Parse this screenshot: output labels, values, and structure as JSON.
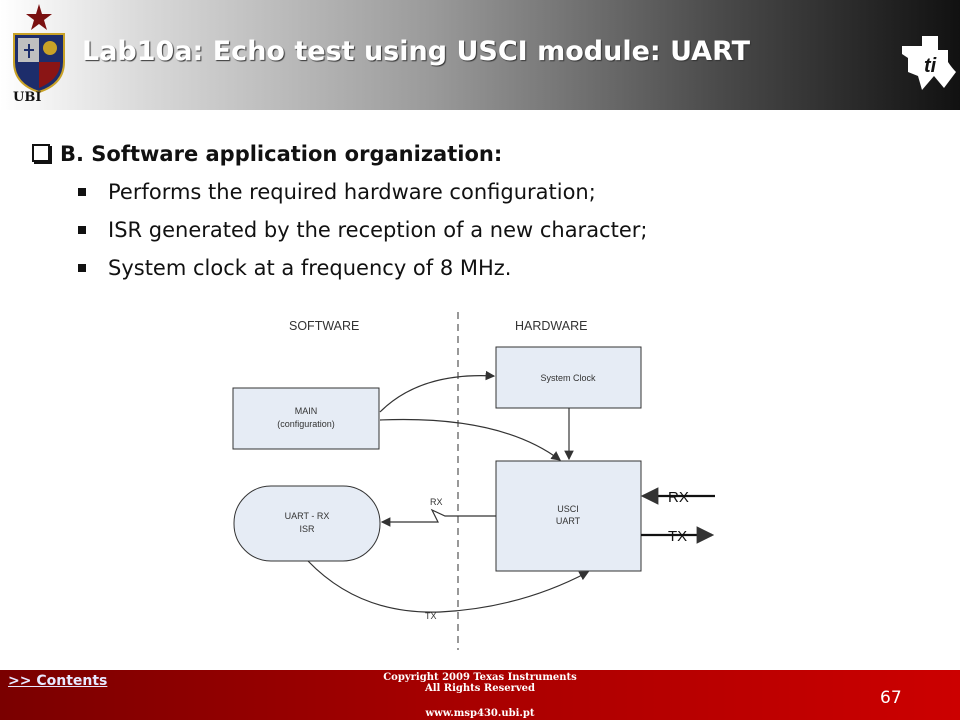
{
  "header": {
    "title": "Lab10a: Echo test using USCI module: UART",
    "ubi_label": "UBI"
  },
  "content": {
    "heading": "B. Software application organization:",
    "bullets": [
      "Performs the required hardware configuration;",
      "ISR generated by the reception of a new character;",
      "System clock at a frequency of 8 MHz."
    ]
  },
  "diagram": {
    "software_label": "SOFTWARE",
    "hardware_label": "HARDWARE",
    "system_clock": "System Clock",
    "main_line1": "MAIN",
    "main_line2": "(configuration)",
    "usci_line1": "USCI",
    "usci_line2": "UART",
    "isr_line1": "UART - RX",
    "isr_line2": "ISR",
    "rx_small": "RX",
    "tx_small": "TX",
    "rx_pin": "RX",
    "tx_pin": "TX"
  },
  "footer": {
    "contents_link": ">> Contents",
    "copyright_line1": "Copyright  2009 Texas Instruments",
    "copyright_line2": "All Rights Reserved",
    "website": "www.msp430.ubi.pt",
    "page_number": "67"
  },
  "colors": {
    "box_fill": "#e6ecf5",
    "footer_red": "#a50000"
  }
}
